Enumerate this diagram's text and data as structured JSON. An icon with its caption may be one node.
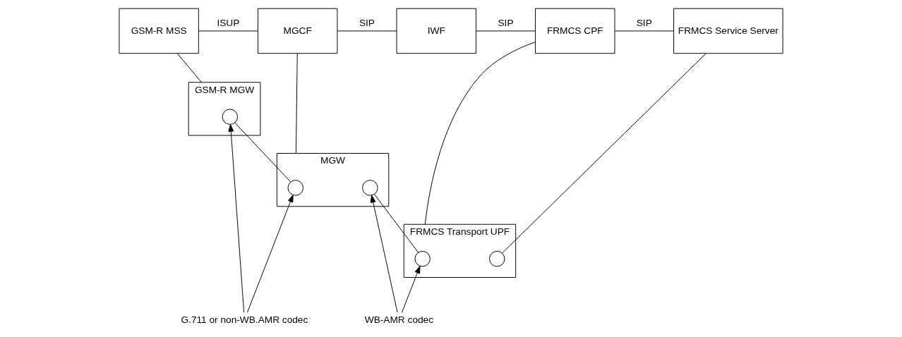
{
  "diagram": {
    "nodes": [
      {
        "text": [
          "GSM-R MSS"
        ]
      },
      {
        "text": [
          "MGCF"
        ]
      },
      {
        "text": [
          "IWF"
        ]
      },
      {
        "text": [
          "FRMCS CPF"
        ]
      },
      {
        "text": [
          "FRMCS Service Server"
        ]
      },
      {
        "text": [
          "GSM-R MGW"
        ]
      },
      {
        "text": [],
        "shape": "circle",
        "in": 5
      },
      {
        "text": [
          "MGW"
        ]
      },
      {
        "text": [],
        "shape": "circle",
        "in": 7
      },
      {
        "text": [],
        "shape": "circle",
        "in": 7
      },
      {
        "text": [
          "FRMCS Transport UPF"
        ]
      },
      {
        "text": [],
        "shape": "circle",
        "in": 10
      },
      {
        "text": [],
        "shape": "circle",
        "in": 10
      },
      {
        "text": [
          "G.711 or non-WB.AMR codec"
        ]
      },
      {
        "text": [
          "WB-AMR codec"
        ]
      }
    ],
    "edges": [
      {
        "from": 0,
        "to": 1,
        "arrow": "none",
        "label": "ISUP"
      },
      {
        "from": 1,
        "to": 2,
        "arrow": "none",
        "label": "SIP"
      },
      {
        "from": 2,
        "to": 3,
        "arrow": "none",
        "label": "SIP"
      },
      {
        "from": 3,
        "to": 4,
        "arrow": "none",
        "label": "SIP"
      },
      {
        "from": 0,
        "to": 5,
        "arrow": "none"
      },
      {
        "from": 1,
        "to": 7,
        "arrow": "none"
      },
      {
        "from": 3,
        "to": 10,
        "arrow": "none"
      },
      {
        "from": 6,
        "to": 8,
        "arrow": "none"
      },
      {
        "from": 9,
        "to": 11,
        "arrow": "none"
      },
      {
        "from": 12,
        "to": 4,
        "arrow": "none"
      },
      {
        "from": 13,
        "to": 6,
        "arrow": "to"
      },
      {
        "from": 13,
        "to": 8,
        "arrow": "to"
      },
      {
        "from": 14,
        "to": 9,
        "arrow": "to"
      },
      {
        "from": 14,
        "to": 11,
        "arrow": "to"
      }
    ]
  }
}
